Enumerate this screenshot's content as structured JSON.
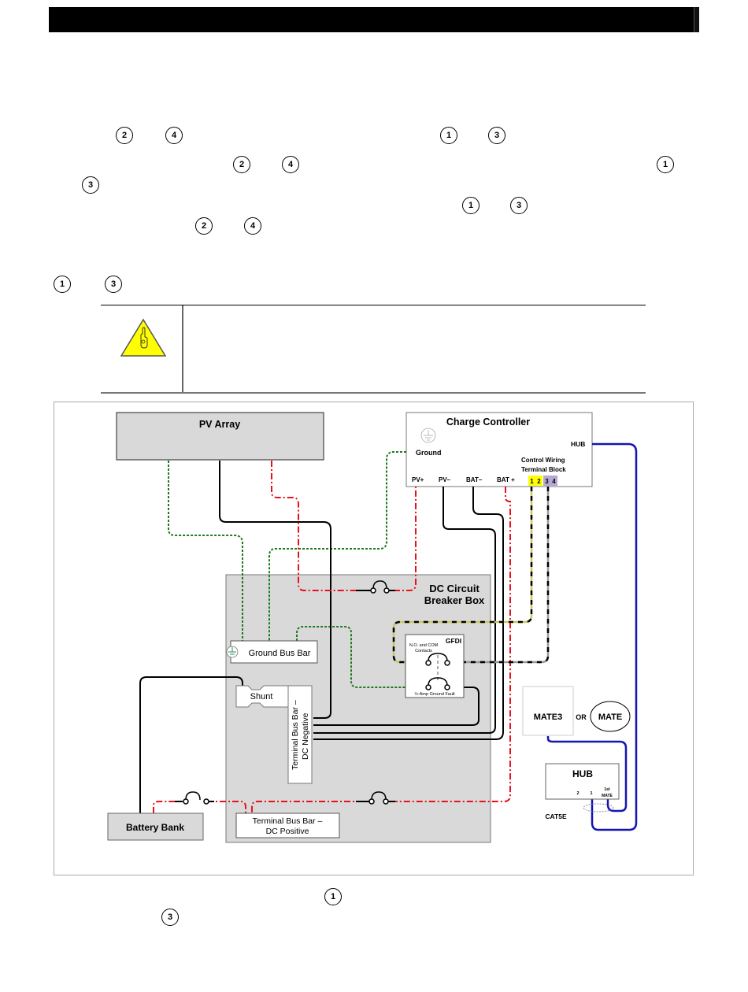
{
  "header": {
    "title": ""
  },
  "callouts": [
    {
      "num": "2"
    },
    {
      "num": "4"
    },
    {
      "num": "1"
    },
    {
      "num": "3"
    },
    {
      "num": "2"
    },
    {
      "num": "4"
    },
    {
      "num": "1"
    },
    {
      "num": "3"
    },
    {
      "num": "1"
    },
    {
      "num": "3"
    },
    {
      "num": "2"
    },
    {
      "num": "4"
    },
    {
      "num": "1"
    },
    {
      "num": "3"
    },
    {
      "num": "1"
    },
    {
      "num": "3"
    }
  ],
  "note": {
    "icon": "caution-hand-icon",
    "text": ""
  },
  "diagram": {
    "pv_array": "PV Array",
    "charge_controller": {
      "title": "Charge Controller",
      "ground": "Ground",
      "hub": "HUB",
      "control_wiring_line1": "Control Wiring",
      "control_wiring_line2": "Terminal Block",
      "terminals": [
        "PV+",
        "PV–",
        "BAT–",
        "BAT +"
      ],
      "control_terminals": [
        "1",
        "2",
        "3",
        "4"
      ]
    },
    "breaker_box": {
      "line1": "DC Circuit",
      "line2": "Breaker Box"
    },
    "gfdi": {
      "title": "GFDI",
      "contacts_line1": "N.O. and COM",
      "contacts_line2": "Contacts",
      "ground_fault": "½-Amp Ground Fault"
    },
    "ground_bus_bar": "Ground Bus Bar",
    "shunt": "Shunt",
    "bus_negative": {
      "line1": "Terminal Bus Bar –",
      "line2": "DC Negative"
    },
    "bus_positive": {
      "line1": "Terminal Bus Bar –",
      "line2": "DC Positive"
    },
    "battery_bank": "Battery Bank",
    "mate3": "MATE3",
    "or_label": "OR",
    "mate": "MATE",
    "hub": {
      "title": "HUB",
      "ports": [
        "2",
        "1"
      ],
      "port_mate_line1": "1st",
      "port_mate_line2": "MATE"
    },
    "cat5e": "CAT5E",
    "colors": {
      "ground_wire": "#1e7a1e",
      "positive_wire": "#e8101a",
      "negative_wire": "#000000",
      "comm_wire": "#1414b4",
      "control_yellow": "#ffff00",
      "control_purple": "#b4a8d4",
      "box_fill": "#d9d9d9",
      "caution_yellow": "#ffff00"
    }
  }
}
